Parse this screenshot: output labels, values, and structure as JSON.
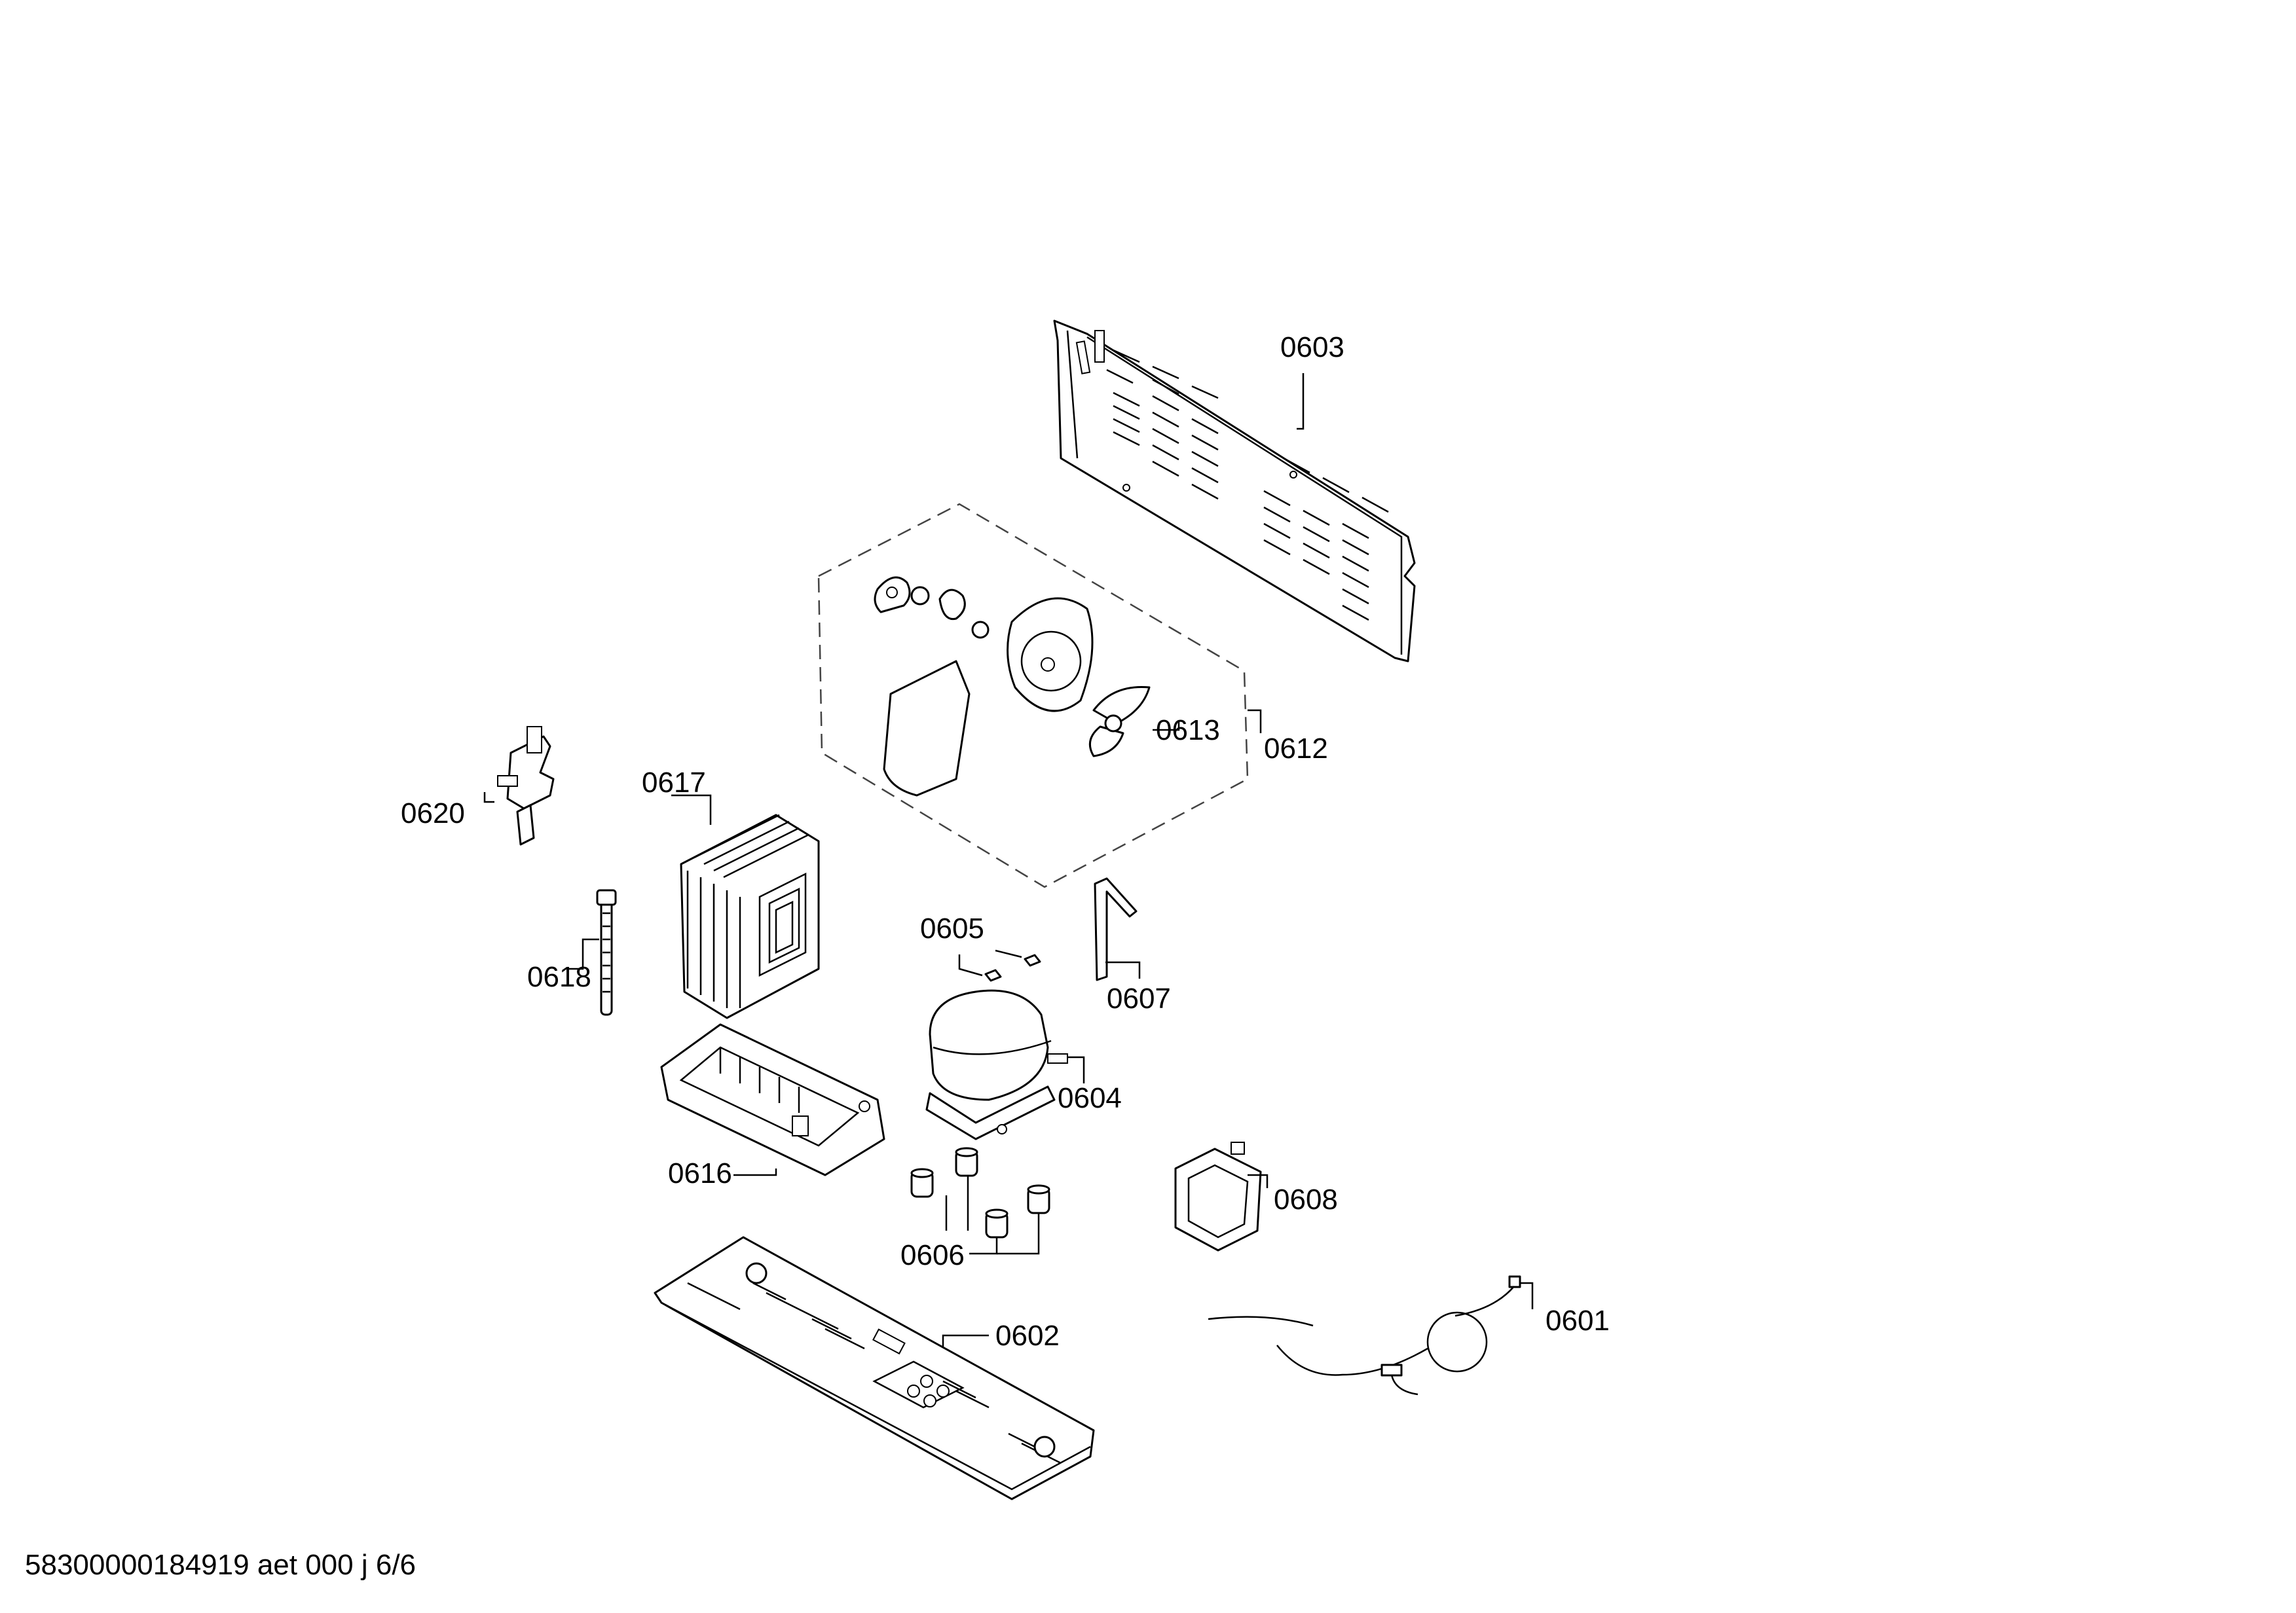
{
  "footer": {
    "document_code": "58300000184919 aet 000 j 6/6"
  },
  "parts": {
    "p0601": {
      "label": "0601",
      "icon": "cable-harness-icon"
    },
    "p0602": {
      "label": "0602",
      "icon": "base-tray-icon"
    },
    "p0603": {
      "label": "0603",
      "icon": "rear-panel-icon"
    },
    "p0604": {
      "label": "0604",
      "icon": "compressor-icon"
    },
    "p0605": {
      "label": "0605",
      "icon": "clip-icon"
    },
    "p0606": {
      "label": "0606",
      "icon": "rubber-grommet-icon"
    },
    "p0607": {
      "label": "0607",
      "icon": "bracket-icon"
    },
    "p0608": {
      "label": "0608",
      "icon": "relay-box-icon"
    },
    "p0612": {
      "label": "0612",
      "icon": "fan-assembly-icon"
    },
    "p0613": {
      "label": "0613",
      "icon": "fan-blade-icon"
    },
    "p0616": {
      "label": "0616",
      "icon": "compressor-tray-icon"
    },
    "p0617": {
      "label": "0617",
      "icon": "condenser-icon"
    },
    "p0618": {
      "label": "0618",
      "icon": "drain-tube-icon"
    },
    "p0620": {
      "label": "0620",
      "icon": "valve-bracket-icon"
    }
  }
}
